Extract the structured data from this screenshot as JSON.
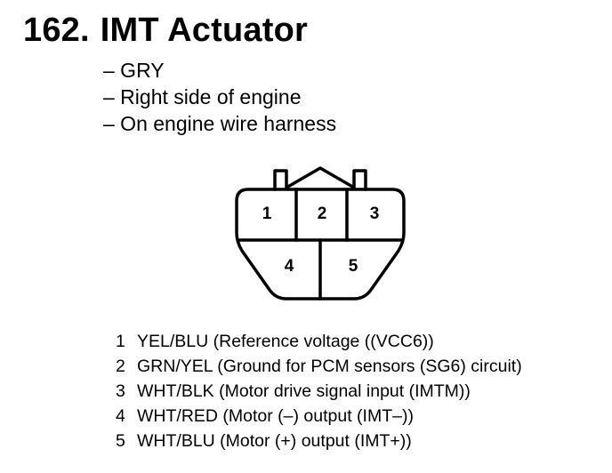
{
  "header": {
    "number": "162.",
    "name": "IMT Actuator"
  },
  "details": [
    "– GRY",
    "– Right side of engine",
    "– On engine wire harness"
  ],
  "connector": {
    "top_row": [
      "1",
      "2",
      "3"
    ],
    "bottom_row": [
      "4",
      "5"
    ]
  },
  "pinout": [
    {
      "pin": "1",
      "desc": "YEL/BLU (Reference voltage ((VCC6))"
    },
    {
      "pin": "2",
      "desc": "GRN/YEL (Ground for PCM sensors (SG6) circuit)"
    },
    {
      "pin": "3",
      "desc": "WHT/BLK (Motor drive signal input (IMTM))"
    },
    {
      "pin": "4",
      "desc": "WHT/RED (Motor (–) output (IMT–))"
    },
    {
      "pin": "5",
      "desc": "WHT/BLU (Motor (+) output (IMT+))"
    }
  ]
}
